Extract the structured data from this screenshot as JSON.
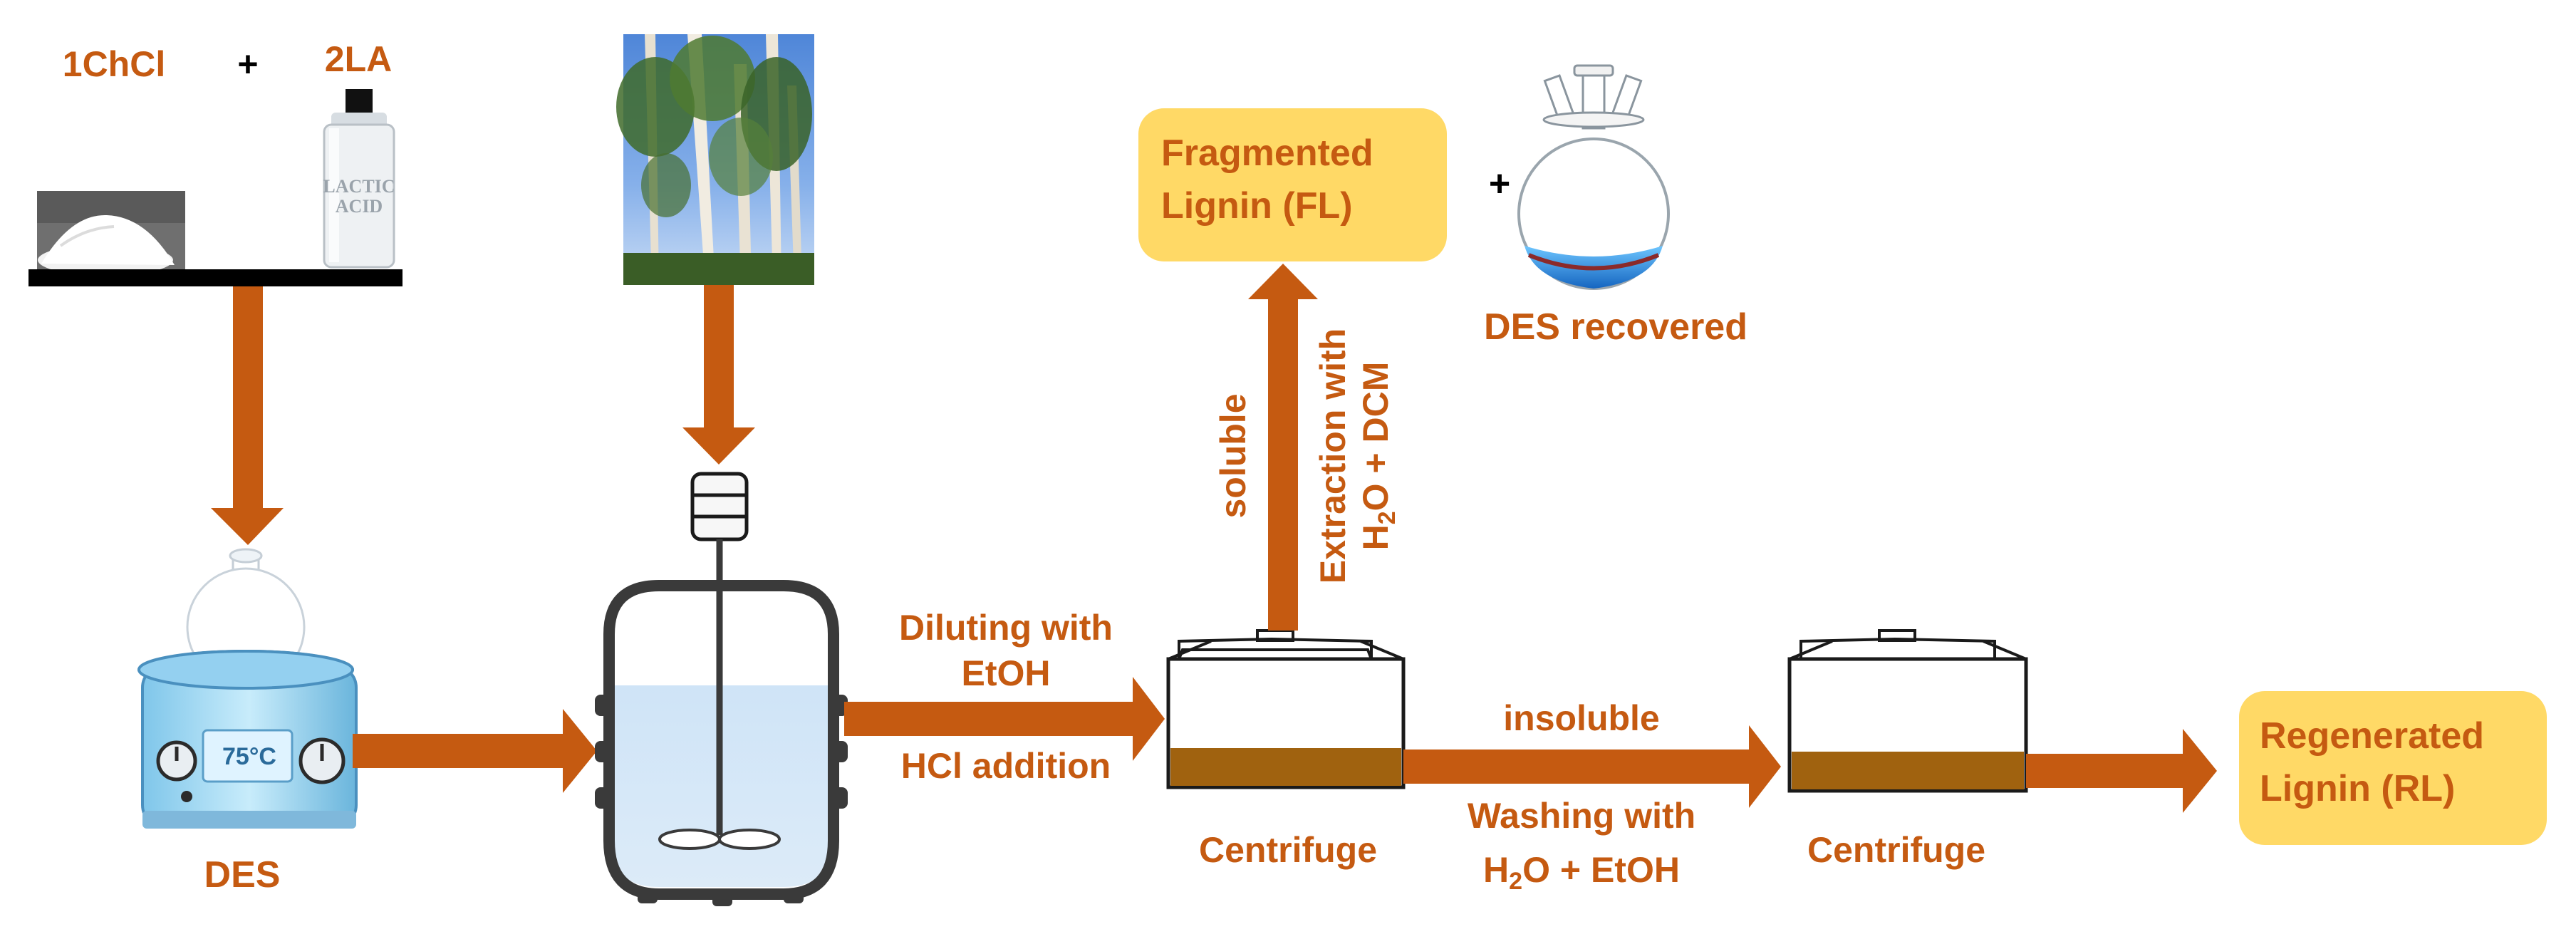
{
  "colors": {
    "accent": "#C55A11",
    "box_fill": "#FFD966",
    "black": "#000000",
    "liquid": "#BDD7EE",
    "sediment": "#A0620F",
    "white": "#FFFFFF"
  },
  "reagents": {
    "choline_chloride": "1ChCl",
    "plus": "+",
    "lactic_acid": "2LA",
    "bottle_label_line1": "LACTIC",
    "bottle_label_line2": "ACID"
  },
  "heater": {
    "label": "DES",
    "display": "75°C"
  },
  "reactor": {
    "step_label_line1": "Diluting with",
    "step_label_line2": "EtOH",
    "step_label_line3": "HCl addition"
  },
  "centrifuge1": {
    "label": "Centrifuge",
    "soluble_label": "soluble",
    "extraction_line1": "Extraction with",
    "extraction_line2_a": "H",
    "extraction_line2_sub": "2",
    "extraction_line2_b": "O + DCM"
  },
  "fragmented": {
    "line1": "Fragmented",
    "line2": "Lignin (FL)",
    "plus": "+",
    "recovered_label": "DES recovered"
  },
  "washing": {
    "insoluble_label": "insoluble",
    "line1": "Washing with",
    "line2_a": "H",
    "line2_sub": "2",
    "line2_b": "O + EtOH"
  },
  "centrifuge2": {
    "label": "Centrifuge"
  },
  "regenerated": {
    "line1": "Regenerated",
    "line2": "Lignin (RL)"
  }
}
